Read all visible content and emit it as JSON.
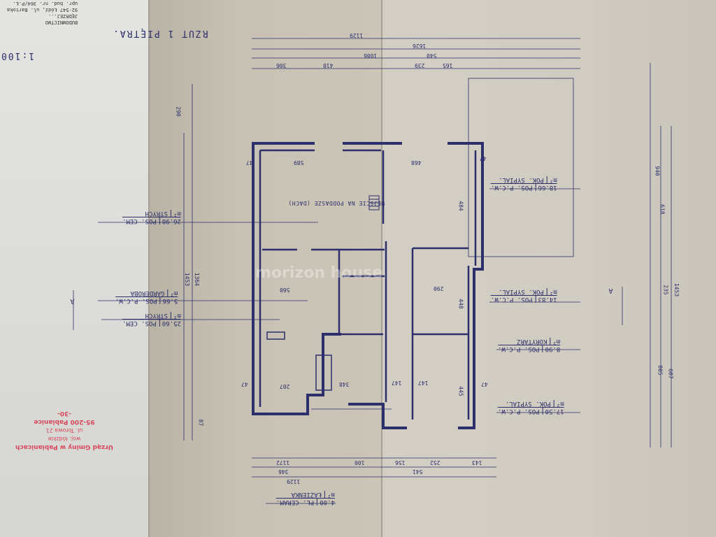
{
  "drawing": {
    "title": "RZUT 1 PIĘTRA.",
    "scale": "1:100",
    "designer_stamp": [
      "BUDOWNICTWO",
      "JĘDRZEJ...",
      "92-547 Łódź, ul. Bartoka",
      "upr. bud. nr. 364/P.Ł."
    ],
    "office_stamp": {
      "line1": "Urząd Gminy w Pabianicach",
      "line2": "woj. łódzkie",
      "line3": "ul. Torowa 21",
      "line4": "95-200 Pabianice",
      "line5": "-30-"
    },
    "stair_note": "WEJŚCIE NA PODDASZE (DACH)",
    "section_marks": [
      "A",
      "A"
    ],
    "watermark": "morizon house"
  },
  "rooms": [
    {
      "unit": "m²",
      "name": "POK. SYPIAL.",
      "area": "18.66",
      "floor": "POS. P.C.W."
    },
    {
      "unit": "m²",
      "name": "POK. SYPIAL.",
      "area": "14.83",
      "floor": "POS. P.C.W."
    },
    {
      "unit": "m²",
      "name": "KORYTARZ",
      "area": "8.90",
      "floor": "POS. P.C.W."
    },
    {
      "unit": "m²",
      "name": "POK. SYPIAL.",
      "area": "17.50",
      "floor": "POS. P.C.W."
    },
    {
      "unit": "m²",
      "name": "STRYCH",
      "area": "26.98",
      "floor": "POS. CEM."
    },
    {
      "unit": "m²",
      "name": "GARDEROBA",
      "area": "5.66",
      "floor": "POS. P.C.W."
    },
    {
      "unit": "m²",
      "name": "STRYCH",
      "area": "25.60",
      "floor": "POS. CEM."
    },
    {
      "unit": "m²",
      "name": "ŁAZIENKA",
      "area": "4.00",
      "floor": "PŁ. CERAM."
    }
  ],
  "dimensions": {
    "top": [
      "1129",
      "1626",
      "540",
      "306",
      "418",
      "1086",
      "239",
      "165"
    ],
    "right": [
      "940",
      "618",
      "235",
      "1453",
      "805",
      "607"
    ],
    "left": [
      "290",
      "1453",
      "1364",
      "87"
    ],
    "bottom": [
      "1129",
      "346",
      "1172",
      "541",
      "252",
      "143",
      "100",
      "156"
    ],
    "interior": [
      "589",
      "468",
      "484",
      "560",
      "290",
      "448",
      "445",
      "147",
      "147",
      "348",
      "207",
      "47",
      "47",
      "47",
      "47"
    ]
  }
}
